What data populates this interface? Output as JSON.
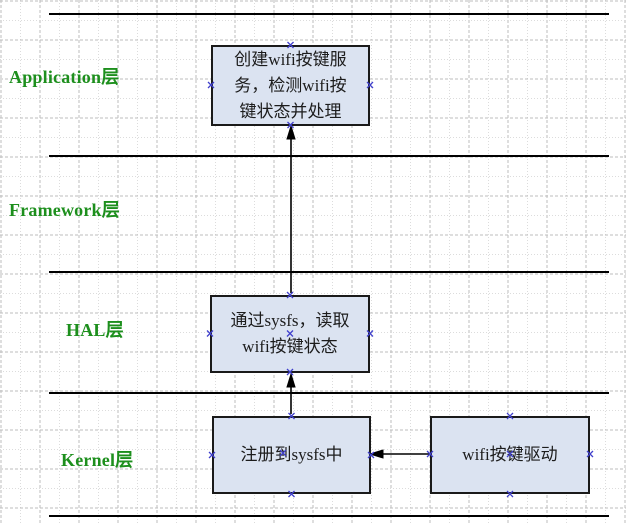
{
  "diagram": {
    "layers": [
      {
        "id": "application",
        "label": "Application层"
      },
      {
        "id": "framework",
        "label": "Framework层"
      },
      {
        "id": "hal",
        "label": "HAL层"
      },
      {
        "id": "kernel",
        "label": "Kernel层"
      }
    ],
    "boxes": {
      "app_service": {
        "lines": [
          "创建wifi按键服",
          "务，检测wifi按",
          "键状态并处理"
        ]
      },
      "hal_read": {
        "lines": [
          "通过sysfs，读取",
          "wifi按键状态"
        ]
      },
      "kernel_register": {
        "lines": [
          "注册到sysfs中"
        ]
      },
      "kernel_driver": {
        "lines": [
          "wifi按键驱动"
        ]
      }
    },
    "connectors": [
      {
        "from": "hal_read",
        "to": "app_service",
        "direction": "up"
      },
      {
        "from": "kernel_register",
        "to": "hal_read",
        "direction": "up"
      },
      {
        "from": "kernel_driver",
        "to": "kernel_register",
        "direction": "left"
      }
    ],
    "colors": {
      "label_green": "#1d8f1d",
      "box_fill": "#dbe3f1",
      "box_border": "#1a1a1a",
      "marker_blue": "#4040cc",
      "line_black": "#000000",
      "grid_strong": "#bdbdbd",
      "grid_weak": "#dcdcdc"
    }
  }
}
